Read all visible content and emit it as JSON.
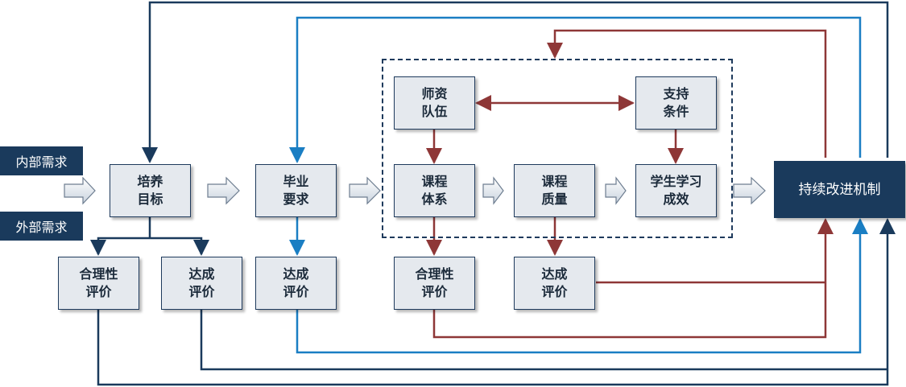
{
  "inputs": {
    "internal": "内部需求",
    "external": "外部需求"
  },
  "nodes": {
    "training_goal": [
      "培养",
      "目标"
    ],
    "grad_req": [
      "毕业",
      "要求"
    ],
    "faculty": [
      "师资",
      "队伍"
    ],
    "support": [
      "支持",
      "条件"
    ],
    "curriculum": [
      "课程",
      "体系"
    ],
    "course_quality": [
      "课程",
      "质量"
    ],
    "learning_outcome": [
      "学生学习",
      "成效"
    ],
    "ci": "持续改进机制",
    "goal_rationality": [
      "合理性",
      "评价"
    ],
    "goal_achievement": [
      "达成",
      "评价"
    ],
    "grad_achievement": [
      "达成",
      "评价"
    ],
    "curriculum_rationality": [
      "合理性",
      "评价"
    ],
    "course_achievement": [
      "达成",
      "评价"
    ]
  },
  "colors": {
    "navy": "#1a3a5c",
    "blue": "#1a7ec3",
    "red": "#8e3737",
    "node_fill": "#e5e9ee"
  }
}
